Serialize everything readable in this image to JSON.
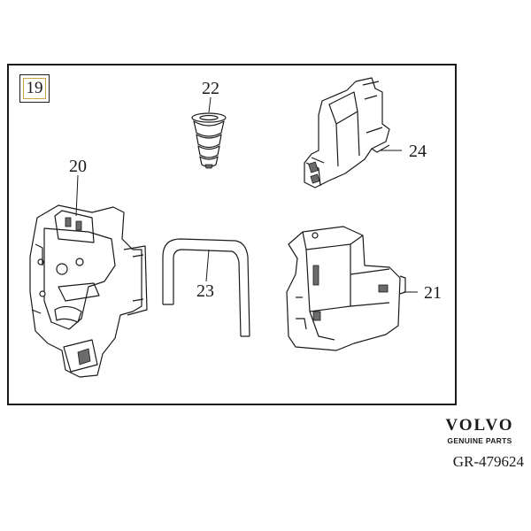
{
  "diagram": {
    "group_label": "19",
    "callouts": [
      {
        "id": "22",
        "label": "22"
      },
      {
        "id": "24",
        "label": "24"
      },
      {
        "id": "20",
        "label": "20"
      },
      {
        "id": "23",
        "label": "23"
      },
      {
        "id": "21",
        "label": "21"
      }
    ],
    "parts": [
      {
        "id": "20",
        "icon": "door-lock-actuator-icon"
      },
      {
        "id": "21",
        "icon": "lock-cover-icon"
      },
      {
        "id": "22",
        "icon": "rubber-grommet-icon"
      },
      {
        "id": "23",
        "icon": "bracket-rod-icon"
      },
      {
        "id": "24",
        "icon": "lock-holder-bracket-icon"
      }
    ]
  },
  "branding": {
    "logo_text": "VOLVO",
    "logo_subtext": "GENUINE PARTS",
    "reference": "GR-479624"
  },
  "colors": {
    "line": "#1a1a1a",
    "group_box_accent": "#c9a34a",
    "background": "#ffffff"
  }
}
